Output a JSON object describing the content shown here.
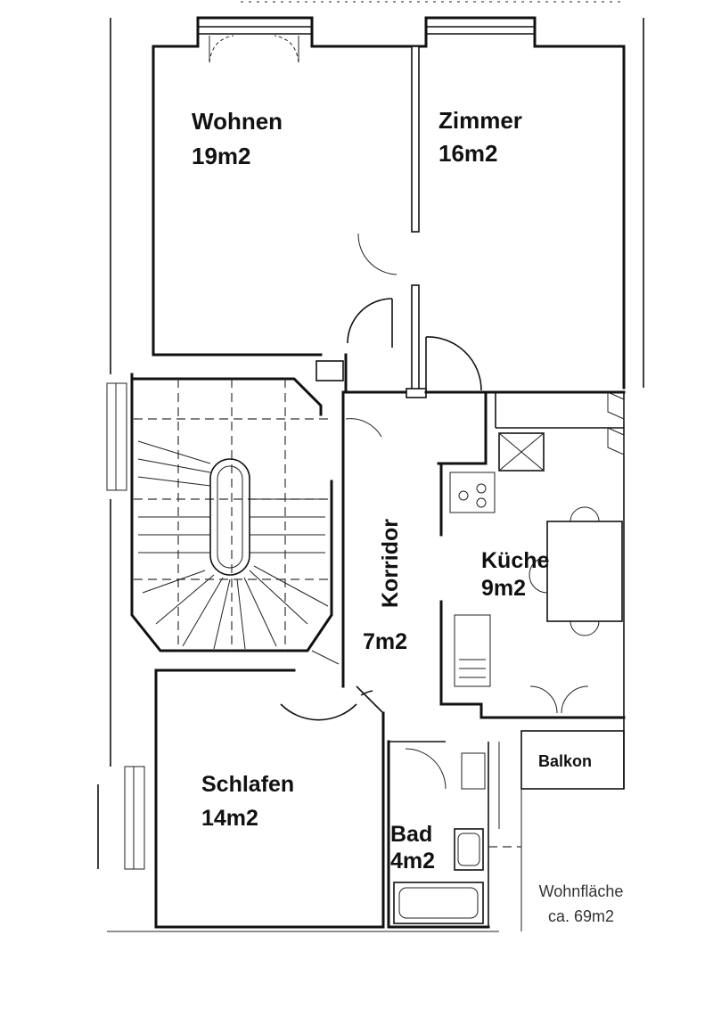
{
  "rooms": {
    "wohnen": {
      "name": "Wohnen",
      "area": "19m2"
    },
    "zimmer": {
      "name": "Zimmer",
      "area": "16m2"
    },
    "korridor": {
      "name": "Korridor",
      "area": "7m2"
    },
    "kueche": {
      "name": "Küche",
      "area": "9m2"
    },
    "schlafen": {
      "name": "Schlafen",
      "area": "14m2"
    },
    "bad": {
      "name": "Bad",
      "area": "4m2"
    },
    "balkon": {
      "name": "Balkon"
    }
  },
  "summary": {
    "line1": "Wohnfläche",
    "line2": "ca. 69m2"
  }
}
